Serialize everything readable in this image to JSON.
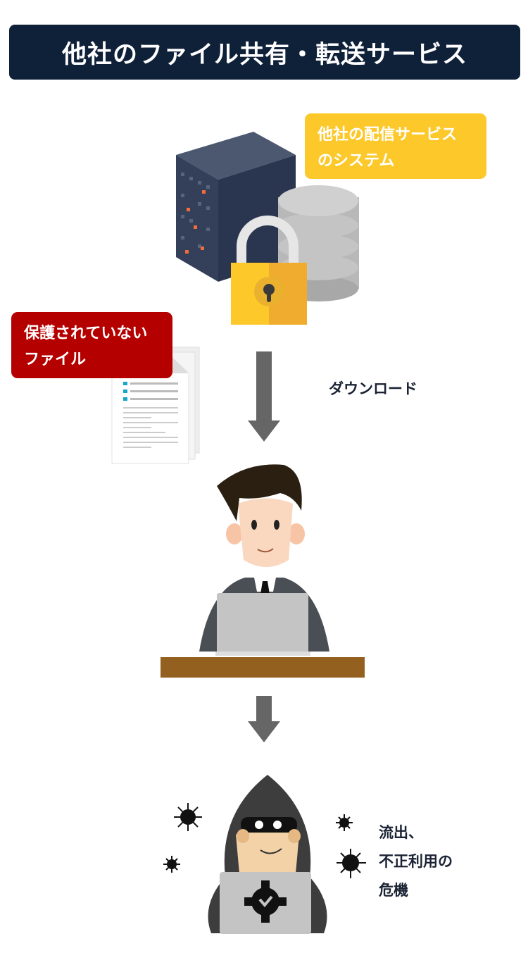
{
  "header": {
    "title": "他社のファイル共有・転送サービス"
  },
  "labels": {
    "system": [
      "他社の配信サービス",
      "のシステム"
    ],
    "unprotected": [
      "保護されていない",
      "ファイル"
    ]
  },
  "captions": {
    "download": "ダウンロード",
    "risk": [
      "流出、",
      "不正利用の",
      "危機"
    ]
  },
  "colors": {
    "header": "#0f2039",
    "system_label": "#fcc82a",
    "unprotected_label": "#b50000",
    "arrow": "#666666",
    "desk": "#93601f"
  }
}
